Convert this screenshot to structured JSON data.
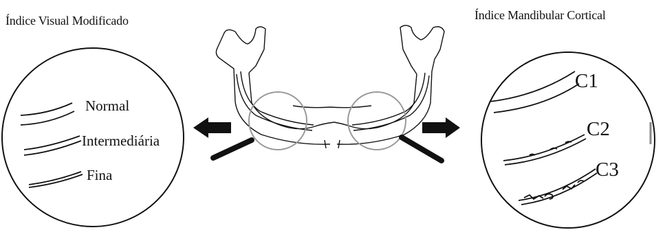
{
  "left_panel": {
    "title": "Índice Visual Modificado",
    "labels": [
      "Normal",
      "Intermediária",
      "Fina"
    ]
  },
  "right_panel": {
    "title": "Índice Mandibular Cortical",
    "labels": [
      "C1",
      "C2",
      "C3"
    ]
  }
}
